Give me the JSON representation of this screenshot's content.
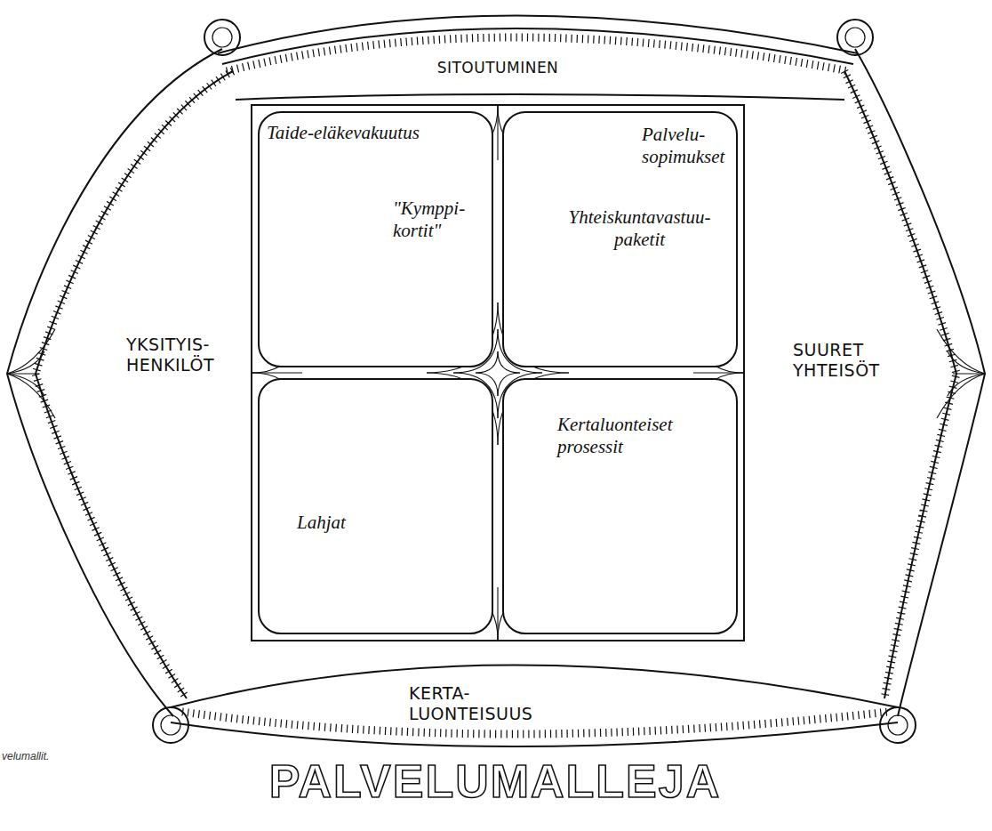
{
  "diagram": {
    "title": "PALVELUMALLEJA",
    "caption": "velumallit.",
    "nodes": [
      {
        "text": [
          "SITOUTUMINEN"
        ]
      },
      {
        "text": [
          "Taide-eläkevakuutus",
          "\"Kymppi- kortit\""
        ]
      },
      {
        "text": [
          "Palvelu- sopimukset",
          "Yhteiskuntavastuu- paketit"
        ]
      },
      {
        "text": [
          "YKSITYIS- HENKILÖT"
        ]
      },
      {
        "text": [
          "SUURET YHTEISÖT"
        ]
      },
      {
        "text": [
          "Lahjat"
        ]
      },
      {
        "text": [
          "Kertaluonteiset prosessit"
        ]
      },
      {
        "text": [
          "KERTA- LUONTEISUUS"
        ]
      }
    ]
  }
}
